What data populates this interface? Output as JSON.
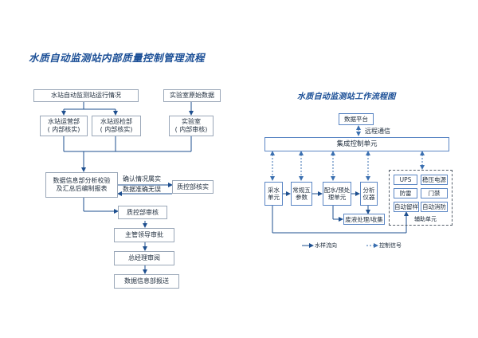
{
  "left_chart": {
    "title": "水质自动监测站内部质量控制管理流程",
    "station_status": "水站自动监测站运行情况",
    "lab_raw_data": "实验室原始数据",
    "ops_dept_1": "水站运营部",
    "ops_dept_2": "( 内部核实)",
    "patrol_dept_1": "水站巡检部",
    "patrol_dept_2": "( 内部核实)",
    "lab_1": "实验室",
    "lab_2": "( 内部审核)",
    "data_info_1": "数据信息部分析校验",
    "data_info_2": "及汇总后编制报表",
    "confirm_1": "确认情况属实",
    "confirm_2": "数据准确无误",
    "qc_verify": "质控部核实",
    "qc_review": "质控部审核",
    "leader_review": "主管领导审批",
    "gm_review": "总经理审阅",
    "submit": "数据信息部报送"
  },
  "right_chart": {
    "title": "水质自动监测站工作流程图",
    "data_platform": "数据平台",
    "remote_comm": "远程通信",
    "integrated_control": "集成控制单元",
    "sampling_1": "采水",
    "sampling_2": "单元",
    "conventional_1": "常规五",
    "conventional_2": "参数",
    "pretreat_1": "配水/预处",
    "pretreat_2": "理单元",
    "analyzer_1": "分析",
    "analyzer_2": "仪器",
    "waste": "废液处理/收集",
    "ups": "UPS",
    "stabilizer": "稳压电源",
    "lightning": "防雷",
    "door": "门禁",
    "auto_sample": "自动留样",
    "auto_fire": "自动消防",
    "aux_unit": "辅助单元",
    "legend_water": "水样流向",
    "legend_control": "控制信号"
  },
  "colors": {
    "title_blue": "#1a4e96",
    "box_border": "#6f8fb8",
    "flow_arrow": "#1e4f8f"
  }
}
